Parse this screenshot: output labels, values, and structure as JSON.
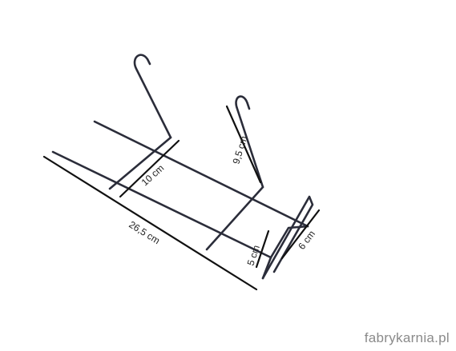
{
  "dimensions": {
    "length": "26,5 cm",
    "width": "10 cm",
    "hook_height": "9,5 cm",
    "front_height": "5 cm",
    "front_depth": "6 cm"
  },
  "watermark": "fabrykarnia.pl",
  "colors": {
    "wire": "#2b2d3a",
    "dimension_line": "#111111",
    "watermark": "#8a8a8a"
  }
}
